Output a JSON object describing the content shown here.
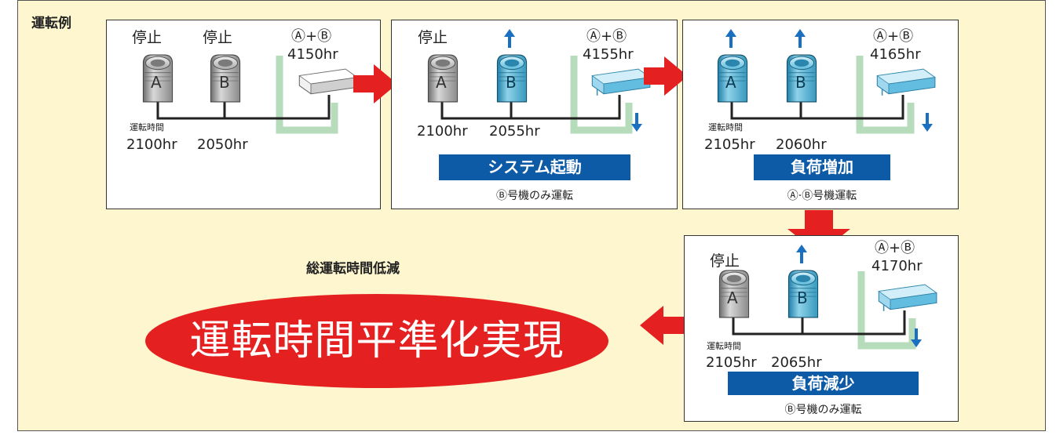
{
  "heading": "運転例",
  "summary_label": "総運転時間低減",
  "result_text": "運転時間平準化実現",
  "panels": [
    {
      "unit_a_status": "停止",
      "unit_b_status": "停止",
      "indoor_label": "Ⓐ+Ⓑ",
      "indoor_hours": "4150hr",
      "run_time_label": "運転時間",
      "unit_a_hours": "2100hr",
      "unit_b_hours": "2050hr"
    },
    {
      "unit_a_status": "停止",
      "indoor_label": "Ⓐ+Ⓑ",
      "indoor_hours": "4155hr",
      "unit_a_hours": "2100hr",
      "unit_b_hours": "2055hr",
      "banner": "システム起動",
      "caption": "Ⓑ号機のみ運転"
    },
    {
      "indoor_label": "Ⓐ+Ⓑ",
      "indoor_hours": "4165hr",
      "run_time_label": "運転時間",
      "unit_a_hours": "2105hr",
      "unit_b_hours": "2060hr",
      "banner": "負荷増加",
      "caption": "Ⓐ·Ⓑ号機運転"
    },
    {
      "unit_a_status": "停止",
      "indoor_label": "Ⓐ+Ⓑ",
      "indoor_hours": "4170hr",
      "run_time_label": "運転時間",
      "unit_a_hours": "2105hr",
      "unit_b_hours": "2065hr",
      "banner": "負荷減少",
      "caption": "Ⓑ号機のみ運転"
    }
  ],
  "unit_letters": {
    "a": "A",
    "b": "B"
  },
  "icons": {
    "outdoor_unit": "outdoor-unit-icon",
    "indoor_unit": "indoor-unit-icon",
    "flow_arrow": "flow-arrow-icon",
    "airflow_up": "airflow-up-arrow-icon",
    "drain_down": "drain-down-arrow-icon"
  },
  "colors": {
    "background": "#fdf6cf",
    "banner": "#0d5aa7",
    "flow_arrow": "#e42021",
    "result_oval": "#e42021",
    "active_unit": "#3ea8cc",
    "idle_unit": "#9a9a9a",
    "duct": "#b6dcbb",
    "airflow_arrow": "#1a6fc0"
  }
}
